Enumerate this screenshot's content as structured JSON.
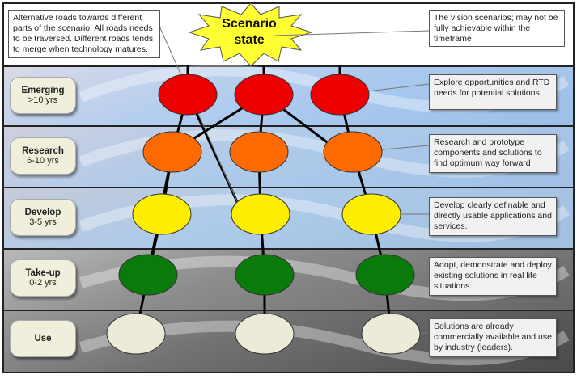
{
  "title": "Scenario state",
  "title_lines": [
    "Scenario",
    "state"
  ],
  "top_notes": {
    "left": "Alternative roads towards different parts of the scenario. All roads needs to be traversed. Different roads tends to merge when technology matures.",
    "right": "The vision scenarios; may not be fully achievable within the timeframe"
  },
  "stages": [
    {
      "name": "Emerging",
      "range": ">10 yrs",
      "color": "#ee0000",
      "band": "#a8c8ee",
      "note": "Explore opportunities and RTD needs for potential solutions."
    },
    {
      "name": "Research",
      "range": "6-10 yrs",
      "color": "#ff6a00",
      "band": "#aac8ea",
      "note": "Research and prototype components and solutions to find optimum way forward"
    },
    {
      "name": "Develop",
      "range": "3-5 yrs",
      "color": "#ffee00",
      "band": "#a9c6e6",
      "note": "Develop clearly definable and directly usable applications and services."
    },
    {
      "name": "Take-up",
      "range": "0-2 yrs",
      "color": "#0a7a0a",
      "band": "#8a8a8a",
      "note": "Adopt, demonstrate and deploy existing solutions in real life situations."
    },
    {
      "name": "Use",
      "range": "",
      "color": "#ecebd8",
      "band": "#6a6a6a",
      "note": "Solutions are already commercially available and use by industry (leaders)."
    }
  ]
}
